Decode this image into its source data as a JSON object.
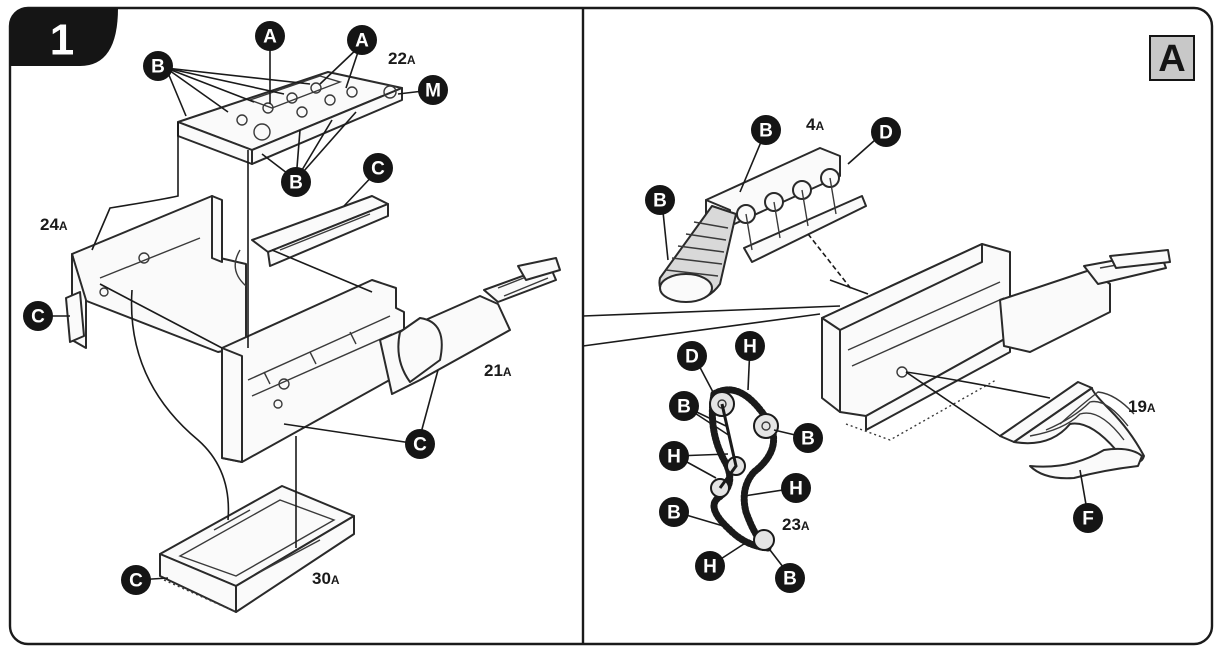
{
  "step": {
    "number": "1"
  },
  "detail_tag": {
    "letter": "A"
  },
  "callouts": {
    "A1": "A",
    "A2": "A",
    "B_22a": "B",
    "B_22a_lower": "B",
    "M_22a": "M",
    "C_21a_top": "C",
    "C_24a": "C",
    "C_21a": "C",
    "C_30a": "C",
    "B_4a_top": "B",
    "D_4a": "D",
    "B_4a_hose": "B",
    "D_23a": "D",
    "H_23a_top": "H",
    "B_23a_left_top": "B",
    "B_23a_right": "B",
    "H_23a_left": "H",
    "H_23a_right": "H",
    "B_23a_left_low": "B",
    "H_23a_bottom": "H",
    "B_23a_bottom": "B",
    "F_19a": "F"
  },
  "part_numbers": {
    "p22": {
      "num": "22",
      "suffix": "A"
    },
    "p24": {
      "num": "24",
      "suffix": "A"
    },
    "p21": {
      "num": "21",
      "suffix": "A"
    },
    "p30": {
      "num": "30",
      "suffix": "A"
    },
    "p4": {
      "num": "4",
      "suffix": "A"
    },
    "p23": {
      "num": "23",
      "suffix": "A"
    },
    "p19": {
      "num": "19",
      "suffix": "A"
    }
  },
  "colors": {
    "ink": "#151515",
    "tag_fill": "#c8c8c8",
    "paper": "#ffffff"
  }
}
